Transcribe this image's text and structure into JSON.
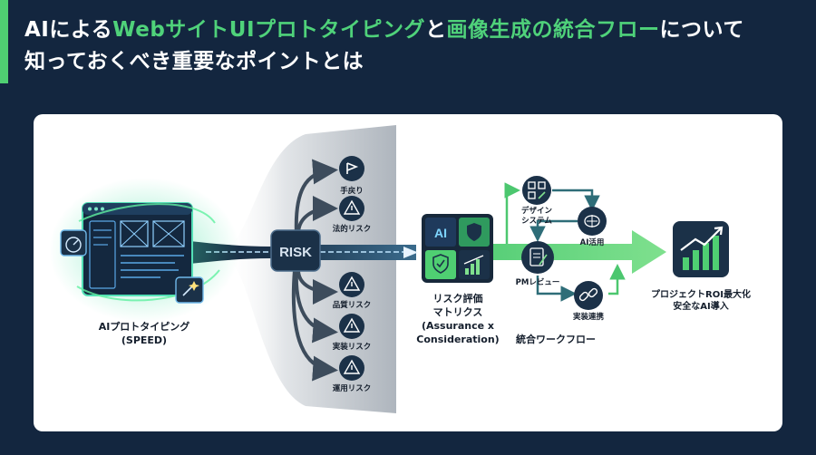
{
  "title": {
    "part1": "AIによる",
    "part2": "WebサイトUIプロトタイピング",
    "part3": "と",
    "part4": "画像生成の統合フロー",
    "part5": "について",
    "line2": "知っておくべき重要なポイントとは"
  },
  "diagram": {
    "prototyping": {
      "line1": "AIプロトタイピング",
      "line2": "(SPEED)"
    },
    "risk_badge": "RISK",
    "risks": [
      "手戻り",
      "法的リスク",
      "品質リスク",
      "実装リスク",
      "運用リスク"
    ],
    "matrix": {
      "cell_ai": "AI",
      "line1": "リスク評価",
      "line2": "マトリクス",
      "line3": "(Assurance x",
      "line4": "Consideration)"
    },
    "workflow": {
      "design": {
        "line1": "デザイン",
        "line2": "システム"
      },
      "ai_use": "AI活用",
      "pm_review": "PMレビュー",
      "implementation": "実装連携",
      "caption": "統合ワークフロー"
    },
    "result": {
      "line1": "プロジェクトROI最大化",
      "line2": "安全なAI導入"
    }
  },
  "colors": {
    "background": "#13263f",
    "accent_green": "#4fd27a",
    "navy_dark": "#1b3148",
    "stream_gray": "#3d4c5c"
  }
}
